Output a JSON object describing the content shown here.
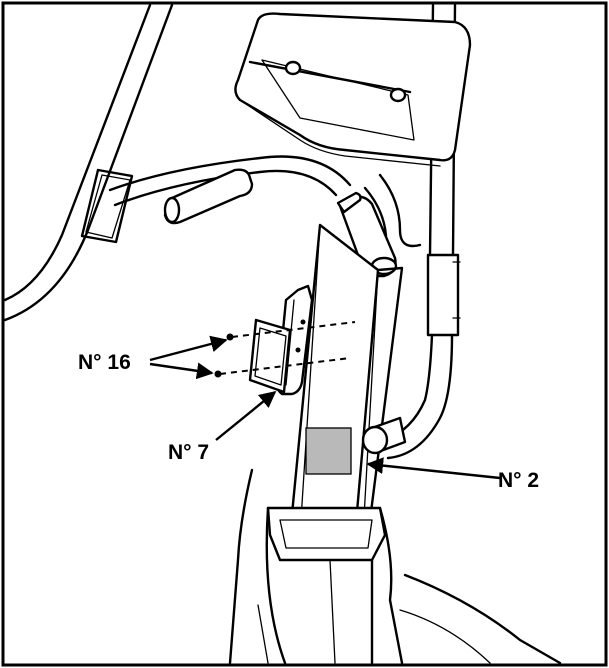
{
  "labels": {
    "screws": "N° 16",
    "bracket": "N° 7",
    "mast": "N° 2"
  },
  "colors": {
    "line": "#000000",
    "background": "#ffffff",
    "sticker": "#b9b9b9"
  }
}
